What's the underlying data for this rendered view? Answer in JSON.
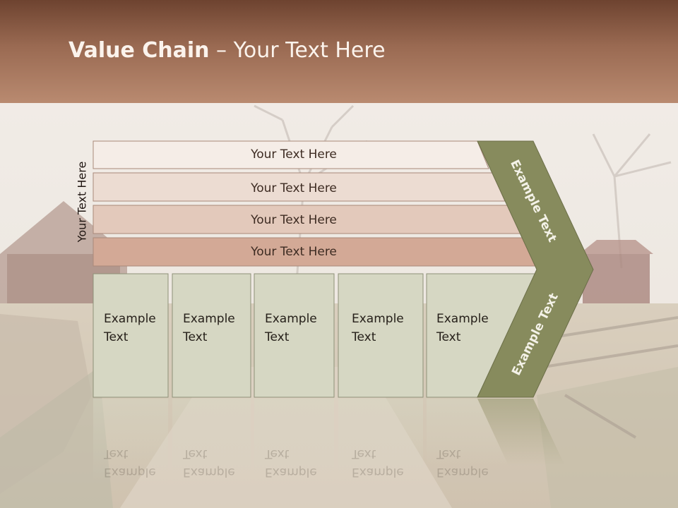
{
  "title": {
    "bold": "Value Chain",
    "rest": " – Your Text Here"
  },
  "side_label": "Your Text Here",
  "bars": [
    {
      "label": "Your Text Here"
    },
    {
      "label": "Your Text Here"
    },
    {
      "label": "Your Text Here"
    },
    {
      "label": "Your Text Here"
    }
  ],
  "boxes": [
    {
      "line1": "Example",
      "line2": "Text"
    },
    {
      "line1": "Example",
      "line2": "Text"
    },
    {
      "line1": "Example",
      "line2": "Text"
    },
    {
      "line1": "Example",
      "line2": "Text"
    },
    {
      "line1": "Example",
      "line2": "Text"
    }
  ],
  "chevron": {
    "upper": "Example Text",
    "lower": "Example Text"
  },
  "colors": {
    "header": "#9a6a52",
    "bar1": "#f5ede7",
    "bar2": "#ecdcd2",
    "bar3": "#e3c9bb",
    "bar4": "#d3a996",
    "box": "#d6d7c3",
    "chevron": "#878b5d"
  }
}
